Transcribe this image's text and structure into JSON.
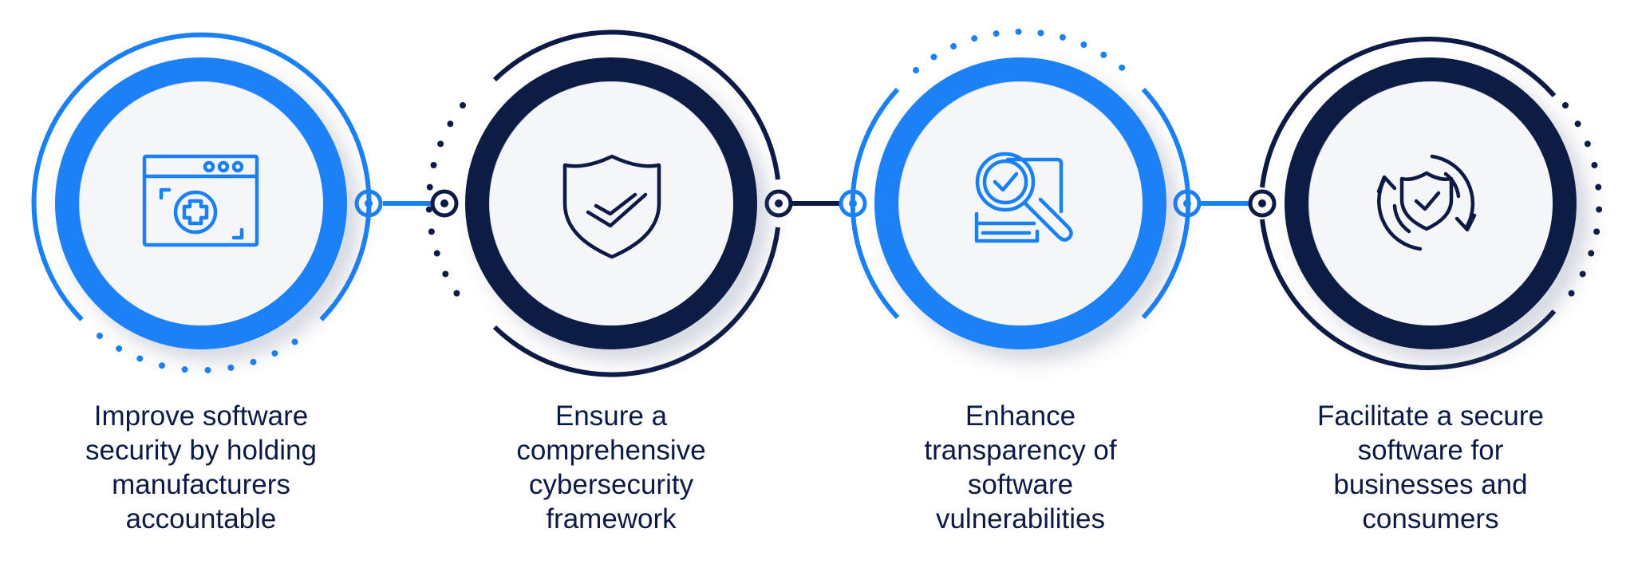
{
  "colors": {
    "blue": "#1a80f6",
    "navy": "#0c1a45",
    "inner_fill": "#f4f6fa",
    "text": "#0c1a45"
  },
  "steps": [
    {
      "id": "step-1",
      "accent": "blue",
      "icon": "browser-plus-icon",
      "label": "Improve software\nsecurity by holding\nmanufacturers\naccountable"
    },
    {
      "id": "step-2",
      "accent": "navy",
      "icon": "shield-check-icon",
      "label": "Ensure a\ncomprehensive\ncybersecurity\nframework"
    },
    {
      "id": "step-3",
      "accent": "blue",
      "icon": "document-magnifier-check-icon",
      "label": "Enhance\ntransparency of\nsoftware\nvulnerabilities"
    },
    {
      "id": "step-4",
      "accent": "navy",
      "icon": "shield-refresh-icon",
      "label": "Facilitate a secure\nsoftware for\nbusinesses and\nconsumers"
    }
  ]
}
